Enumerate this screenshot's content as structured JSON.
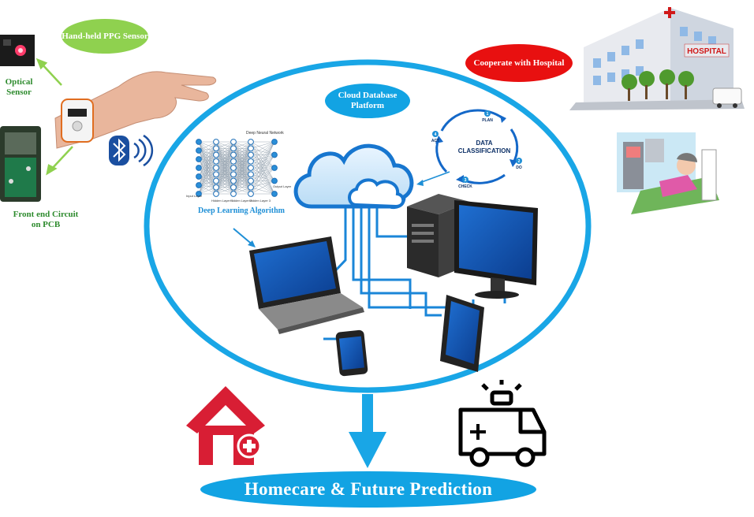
{
  "labels": {
    "ppg_sensor": "Hand-held PPG Sensor",
    "optical_sensor": "Optical Sensor",
    "front_end": "Front end Circuit on PCB",
    "cloud_platform": "Cloud Database Platform",
    "hospital_cooperate": "Cooperate with Hospital",
    "deep_learning": "Deep Learning Algorithm",
    "homecare": "Homecare & Future Prediction",
    "hospital_sign": "HOSPITAL"
  },
  "data_cycle": {
    "center": [
      "DATA",
      "CLASSIFICATION"
    ],
    "steps": [
      {
        "num": "1",
        "label": "PLAN"
      },
      {
        "num": "2",
        "label": "DO"
      },
      {
        "num": "3",
        "label": "CHECK"
      },
      {
        "num": "4",
        "label": "ACT"
      }
    ]
  },
  "neural_net": {
    "title": "Deep Neural Network",
    "layers": [
      "Input Layer",
      "Hidden Layer 1",
      "Hidden Layer 2",
      "Hidden Layer 3",
      "Output Layer"
    ]
  },
  "colors": {
    "accent_blue": "#12a3e3",
    "green": "#8fd14f",
    "red": "#e81010",
    "house_red": "#d81e34"
  },
  "icons": [
    "bluetooth-icon",
    "house-medical-icon",
    "ambulance-icon",
    "hospital-icon",
    "cloud-icon",
    "laptop-icon",
    "desktop-icon",
    "tablet-icon",
    "phone-icon",
    "server-icon"
  ]
}
